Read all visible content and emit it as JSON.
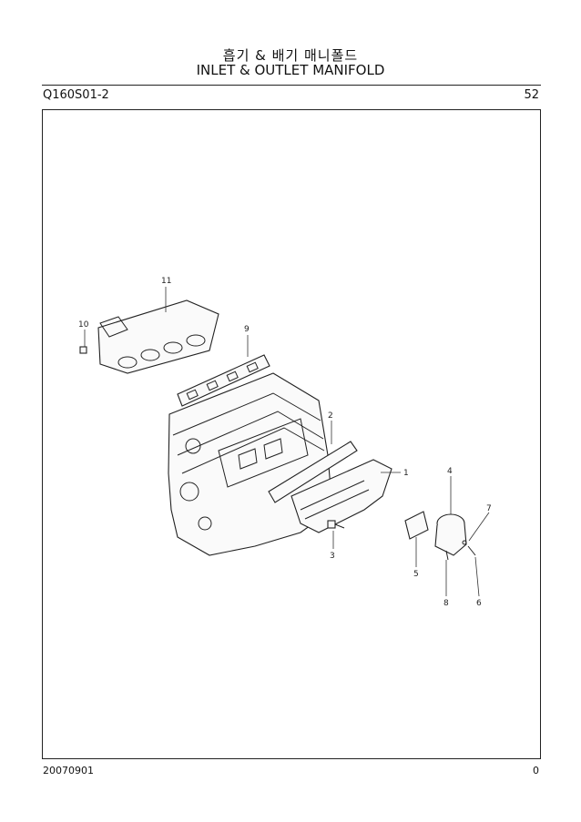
{
  "header": {
    "title_ko": "흡기 & 배기 매니폴드",
    "title_en": "INLET & OUTLET MANIFOLD",
    "code": "Q160S01-2",
    "page_number": "52"
  },
  "footer": {
    "date": "20070901",
    "revision": "0"
  },
  "callouts": [
    "1",
    "2",
    "3",
    "4",
    "5",
    "6",
    "7",
    "8",
    "9",
    "10",
    "11"
  ]
}
